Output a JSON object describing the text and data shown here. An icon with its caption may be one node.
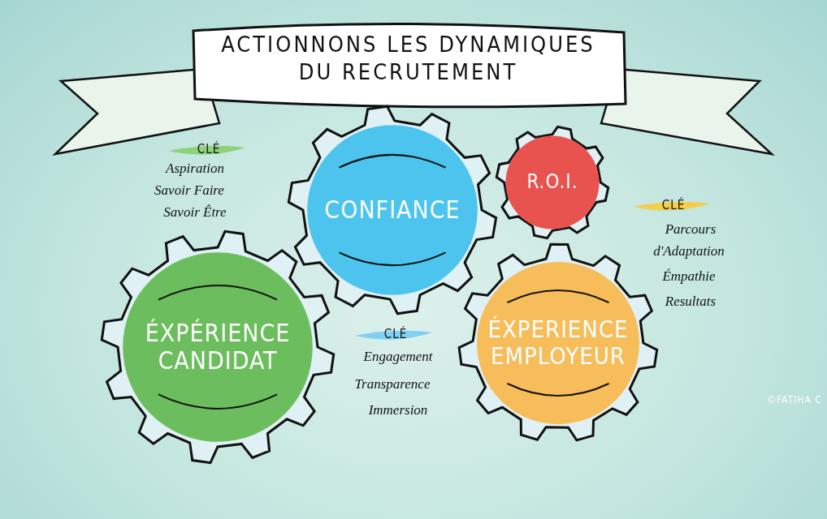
{
  "diagram": {
    "title": "ACTIONNONS LES DYNAMIQUES DU RECRUTEMENT",
    "nodes": [
      {
        "text": [
          "CONFIANCE"
        ]
      },
      {
        "text": [
          "R.O.I."
        ]
      },
      {
        "text": [
          "ÉXPÉRIENCE CANDIDAT"
        ]
      },
      {
        "text": [
          "ÉXPERIENCE EMPLOYEUR"
        ]
      }
    ],
    "labels": [
      "CLÉ",
      "Aspiration",
      "Savoir Faire",
      "Savoir Être",
      "CLÉ",
      "Parcours",
      "d'Adaptation",
      "Émpathie",
      "Resultats",
      "CLÉ",
      "Engagement",
      "Transparence",
      "Immersion",
      "©FATIHA C"
    ]
  }
}
